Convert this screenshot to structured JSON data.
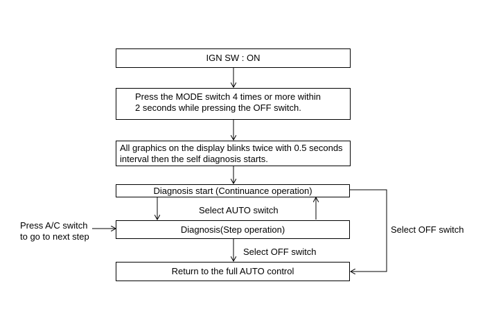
{
  "diagram": {
    "steps": {
      "ign_on": "IGN SW : ON",
      "press_mode_line1": "Press the MODE switch 4 times or more within",
      "press_mode_line2": "2 seconds while pressing the OFF switch.",
      "graphics_line1": "All graphics on the display blinks twice with 0.5 seconds",
      "graphics_line2": "interval then the self diagnosis starts.",
      "diag_start": "Diagnosis start (Continuance operation)",
      "diag_step": "Diagnosis(Step operation)",
      "return_auto": "Return to the full AUTO control"
    },
    "labels": {
      "select_auto": "Select AUTO switch",
      "select_off_middle": "Select OFF switch",
      "select_off_right": "Select OFF switch",
      "press_ac_line1": "Press A/C switch",
      "press_ac_line2": "to go to next step"
    }
  }
}
